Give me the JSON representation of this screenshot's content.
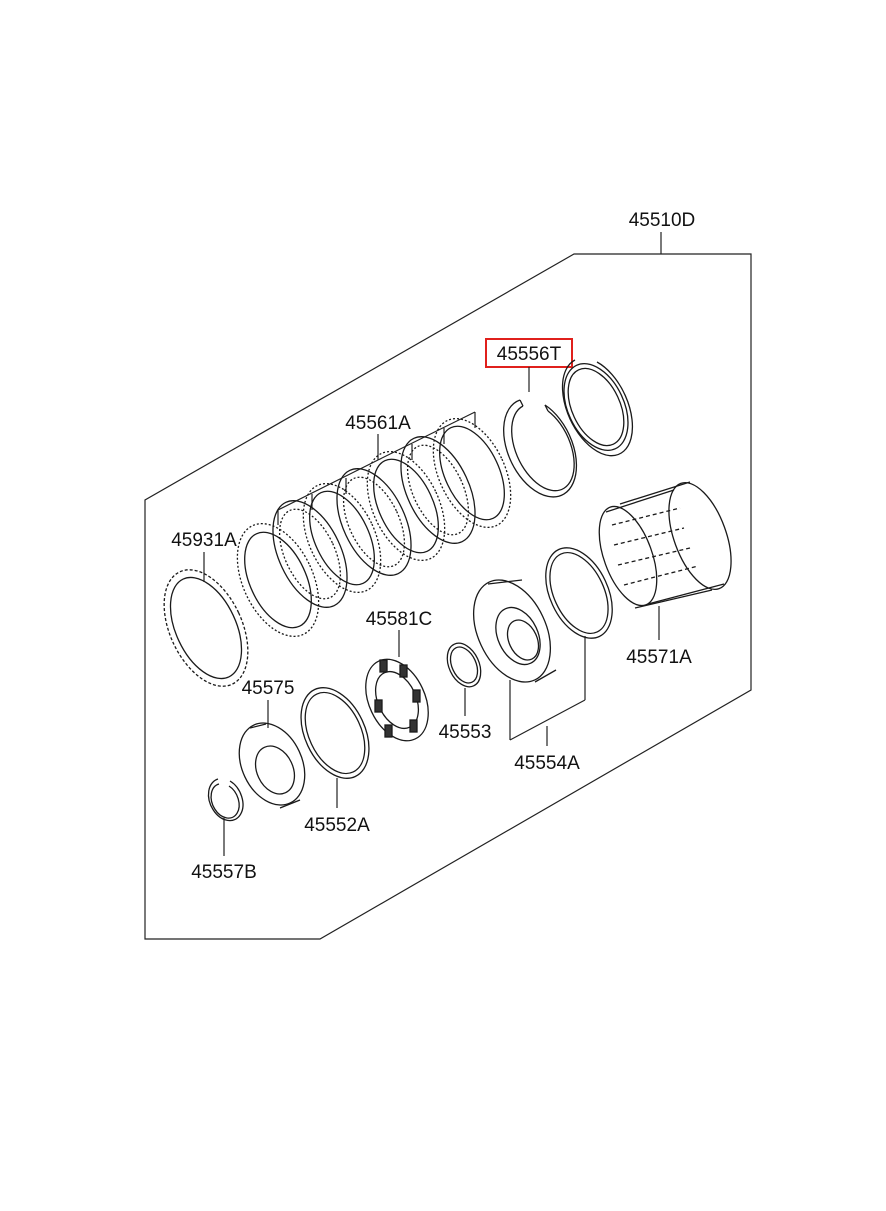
{
  "diagram": {
    "labels": {
      "assembly": "45510D",
      "snap_ring_highlighted": "45556T",
      "clutch_discs": "45561A",
      "disc_front": "45931A",
      "spring_retainer": "45581C",
      "clutch_drum": "45571A",
      "piston": "45575",
      "seal_small": "45553",
      "seal_outer": "45552A",
      "piston_set": "45554A",
      "snap_ring_small": "45557B"
    },
    "highlight_color": "#e0201c"
  }
}
